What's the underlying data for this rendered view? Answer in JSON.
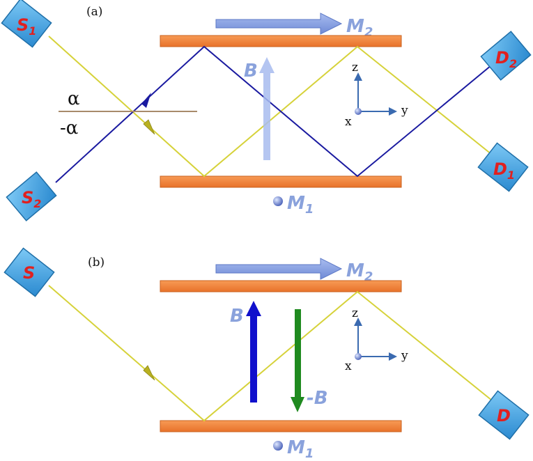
{
  "panels": {
    "a": {
      "tag": "(a)",
      "sources": [
        {
          "letter": "S",
          "sub": "1"
        },
        {
          "letter": "S",
          "sub": "2"
        }
      ],
      "detectors": [
        {
          "letter": "D",
          "sub": "2"
        },
        {
          "letter": "D",
          "sub": "1"
        }
      ],
      "mirror_top": {
        "letter": "M",
        "sub": "2"
      },
      "mirror_bottom": {
        "letter": "M",
        "sub": "1"
      },
      "field": "B",
      "angle_plus": "α",
      "angle_minus": "-α",
      "axes": {
        "z": "z",
        "y": "y",
        "x": "x"
      }
    },
    "b": {
      "tag": "(b)",
      "source": {
        "letter": "S"
      },
      "detector": {
        "letter": "D"
      },
      "mirror_top": {
        "letter": "M",
        "sub": "2"
      },
      "mirror_bottom": {
        "letter": "M",
        "sub": "1"
      },
      "field_up": "B",
      "field_down": "-B",
      "axes": {
        "z": "z",
        "y": "y",
        "x": "x"
      }
    }
  },
  "colors": {
    "mirror": "#f4823a",
    "mirror_edge": "#c9601e",
    "box": "#4aa8e8",
    "box_edge": "#1f6fa8",
    "box_text": "#e0201f",
    "yellow_beam": "#d6d23a",
    "blue_beam": "#1a1aa0",
    "label_blue": "#8aa2dc",
    "axis": "#3a6ab0",
    "field_dark_blue": "#1010cc",
    "field_green": "#1f8a1f",
    "separator": "#a88a6a"
  }
}
